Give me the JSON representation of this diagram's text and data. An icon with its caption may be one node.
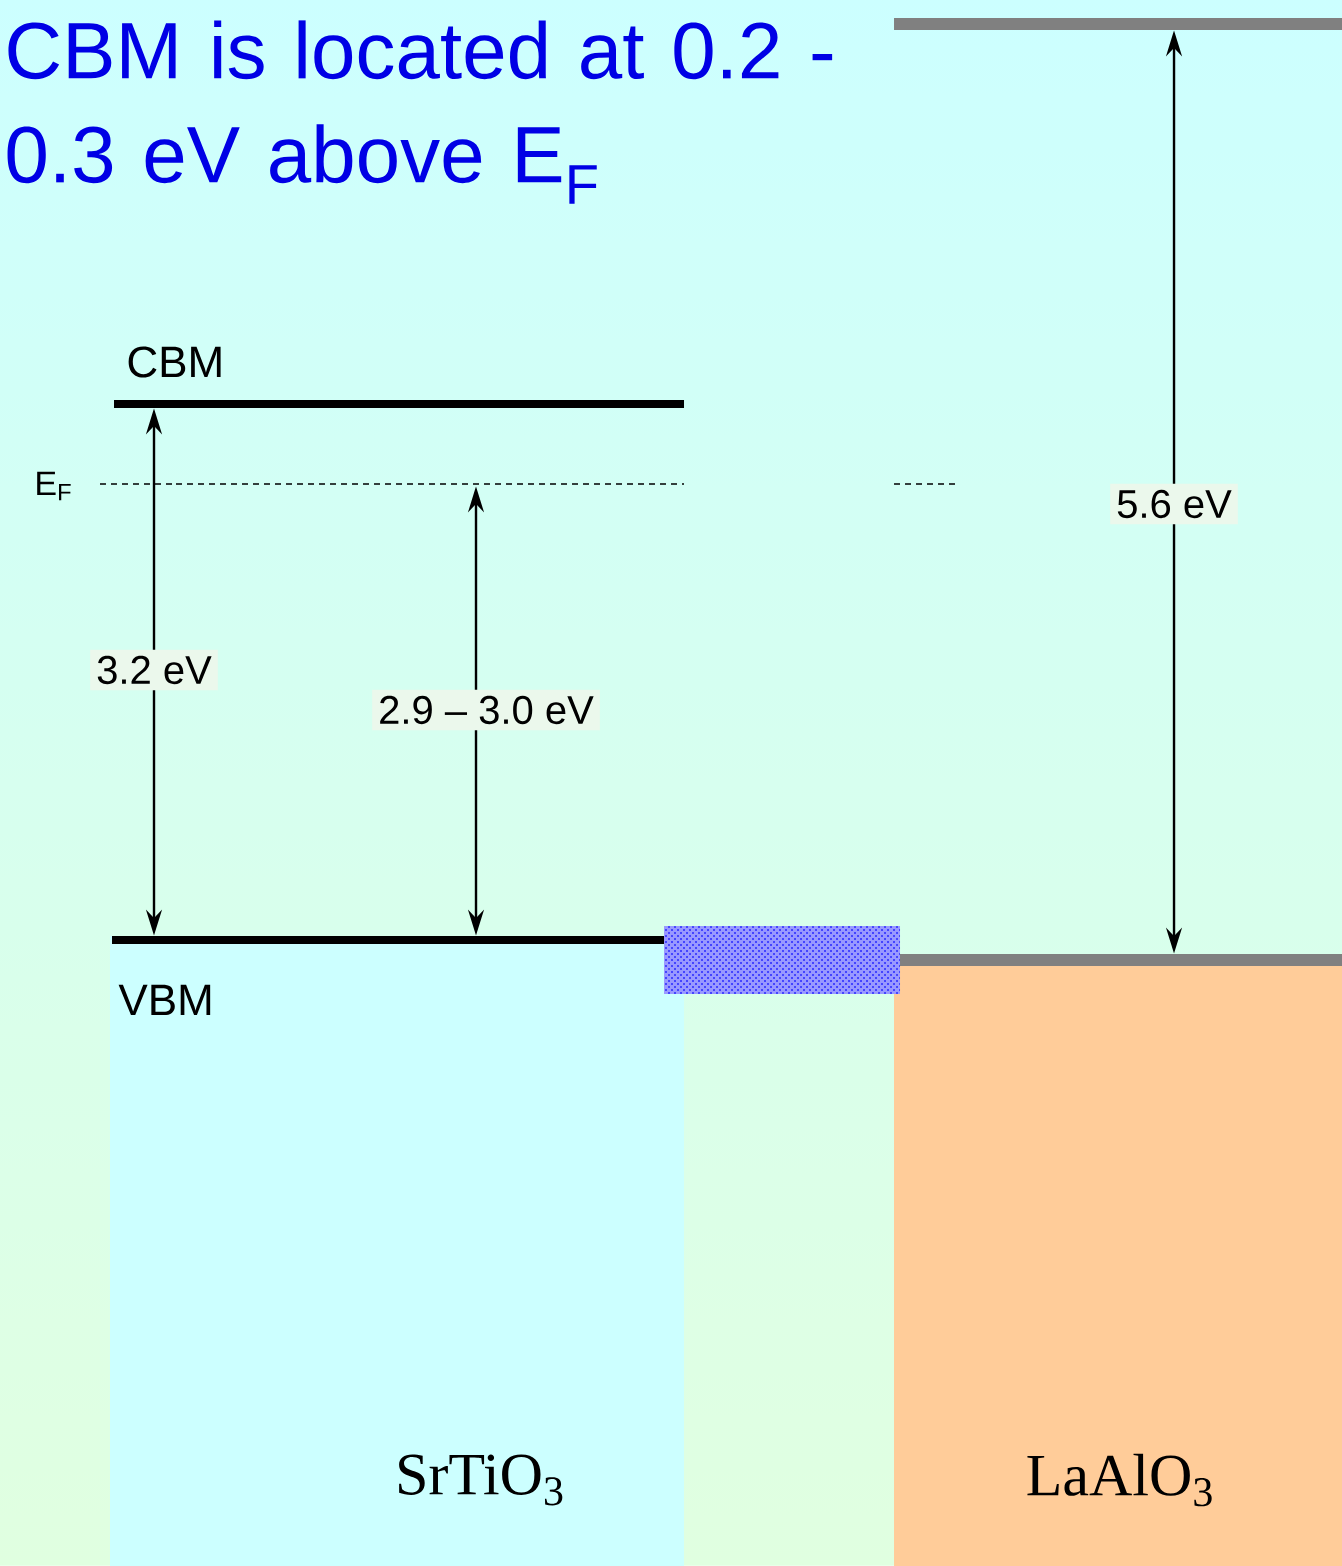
{
  "diagram": {
    "title": "CBM is located at 0.2 - 0.3 eV above E$_{F}$",
    "nodes": [
      {
        "text": [
          "SrTiO$_{3}$"
        ]
      },
      {
        "text": [
          "LaAlO$_{3}$"
        ]
      },
      {
        "text": [
          "CBM"
        ]
      },
      {
        "text": [
          "VBM"
        ],
        "in": 0
      },
      {
        "text": [],
        "shape": "line",
        "beside": [
          "E$_{F}$"
        ]
      },
      {
        "text": [],
        "shape": "bar"
      },
      {
        "text": [],
        "shape": "bar"
      }
    ],
    "edges": [
      {
        "from": 2,
        "to": 3,
        "arrow": "both",
        "label": "3.2 eV"
      },
      {
        "from": 4,
        "to": 3,
        "arrow": "both",
        "label": "2.9 – 3.0 eV"
      },
      {
        "from": 6,
        "to": 5,
        "arrow": "both",
        "label": "5.6 eV"
      }
    ]
  }
}
